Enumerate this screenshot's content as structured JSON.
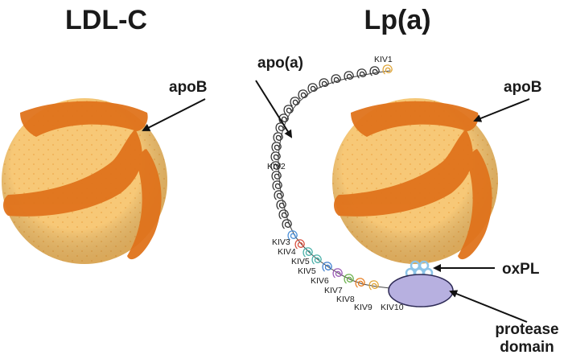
{
  "titles": {
    "left": "LDL-C",
    "right": "Lp(a)"
  },
  "labels": {
    "apob_left": "apoB",
    "apob_right": "apoB",
    "apoa": "apo(a)",
    "oxpl": "oxPL",
    "protease_line1": "protease",
    "protease_line2": "domain"
  },
  "kringles": {
    "kiv1": "KIV1",
    "kiv2": "KIV2",
    "kiv3": "KIV3",
    "kiv4": "KIV4",
    "kiv5a": "KIV5",
    "kiv5b": "KIV5",
    "kiv6": "KIV6",
    "kiv7": "KIV7",
    "kiv8": "KIV8",
    "kiv9": "KIV9",
    "kiv10": "KIV10"
  },
  "colors": {
    "sphere": "#f2b55a",
    "sphere_dots": "#f7c877",
    "apob_band": "#e0731c",
    "kringle_default": "#333333",
    "kiv1": "#e0a63a",
    "kiv3": "#4a8fd8",
    "kiv4": "#d9503f",
    "kiv5": "#49b0a8",
    "kiv6": "#3e7fcf",
    "kiv7": "#9b59b6",
    "kiv8": "#6ab04c",
    "kiv9": "#e67e22",
    "kiv10": "#e0a63a",
    "oxpl": "#8cc4e8",
    "protease": "#b7b0e0"
  }
}
